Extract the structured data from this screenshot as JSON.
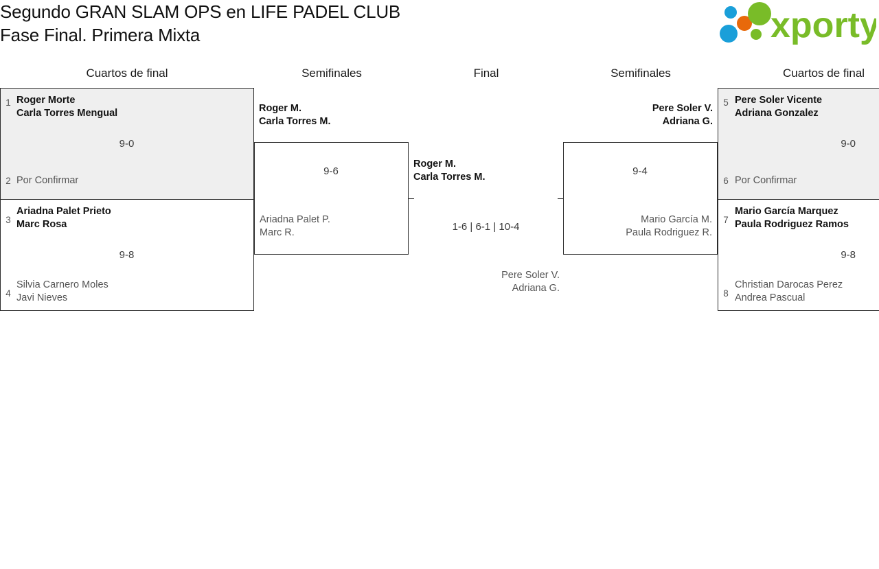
{
  "header": {
    "title_line1": "Segundo GRAN SLAM OPS en LIFE PADEL CLUB",
    "title_line2": "Fase Final. Primera Mixta",
    "logo_text": "xporty",
    "logo_colors": {
      "green": "#79bc28",
      "blue": "#1a9fd9",
      "orange": "#e8690b"
    }
  },
  "rounds": [
    {
      "label": "Cuartos de final"
    },
    {
      "label": "Semifinales"
    },
    {
      "label": "Final"
    },
    {
      "label": "Semifinales"
    },
    {
      "label": "Cuartos de final"
    }
  ],
  "bracket": {
    "left_quarterfinals": [
      {
        "top": {
          "seed": "1",
          "line1": "Roger Morte",
          "line2": "Carla Torres Mengual",
          "winner": true
        },
        "bottom": {
          "seed": "2",
          "line1": "Por Confirmar",
          "line2": "",
          "winner": false
        },
        "score": "9-0"
      },
      {
        "top": {
          "seed": "3",
          "line1": "Ariadna Palet Prieto",
          "line2": "Marc Rosa",
          "winner": true
        },
        "bottom": {
          "seed": "4",
          "line1": "Silvia Carnero Moles",
          "line2": "Javi Nieves",
          "winner": false
        },
        "score": "9-8"
      }
    ],
    "left_semifinal": {
      "top": {
        "line1": "Roger M.",
        "line2": "Carla Torres M.",
        "winner": true
      },
      "bottom": {
        "line1": "Ariadna Palet P.",
        "line2": "Marc R.",
        "winner": false
      },
      "score": "9-6"
    },
    "final": {
      "top": {
        "line1": "Roger M.",
        "line2": "Carla Torres M.",
        "winner": true
      },
      "bottom": {
        "line1": "Pere Soler V.",
        "line2": "Adriana G.",
        "winner": false
      },
      "score": "1-6 | 6-1 | 10-4"
    },
    "right_semifinal": {
      "top": {
        "line1": "Pere Soler V.",
        "line2": "Adriana G.",
        "winner": true
      },
      "bottom": {
        "line1": "Mario García M.",
        "line2": "Paula Rodriguez R.",
        "winner": false
      },
      "score": "9-4"
    },
    "right_quarterfinals": [
      {
        "top": {
          "seed": "5",
          "line1": "Pere Soler Vicente",
          "line2": "Adriana Gonzalez",
          "winner": true
        },
        "bottom": {
          "seed": "6",
          "line1": "Por Confirmar",
          "line2": "",
          "winner": false
        },
        "score": "9-0"
      },
      {
        "top": {
          "seed": "7",
          "line1": "Mario García Marquez",
          "line2": "Paula Rodriguez Ramos",
          "winner": true
        },
        "bottom": {
          "seed": "8",
          "line1": "Christian Darocas Perez",
          "line2": "Andrea Pascual",
          "winner": false
        },
        "score": "9-8"
      }
    ]
  }
}
